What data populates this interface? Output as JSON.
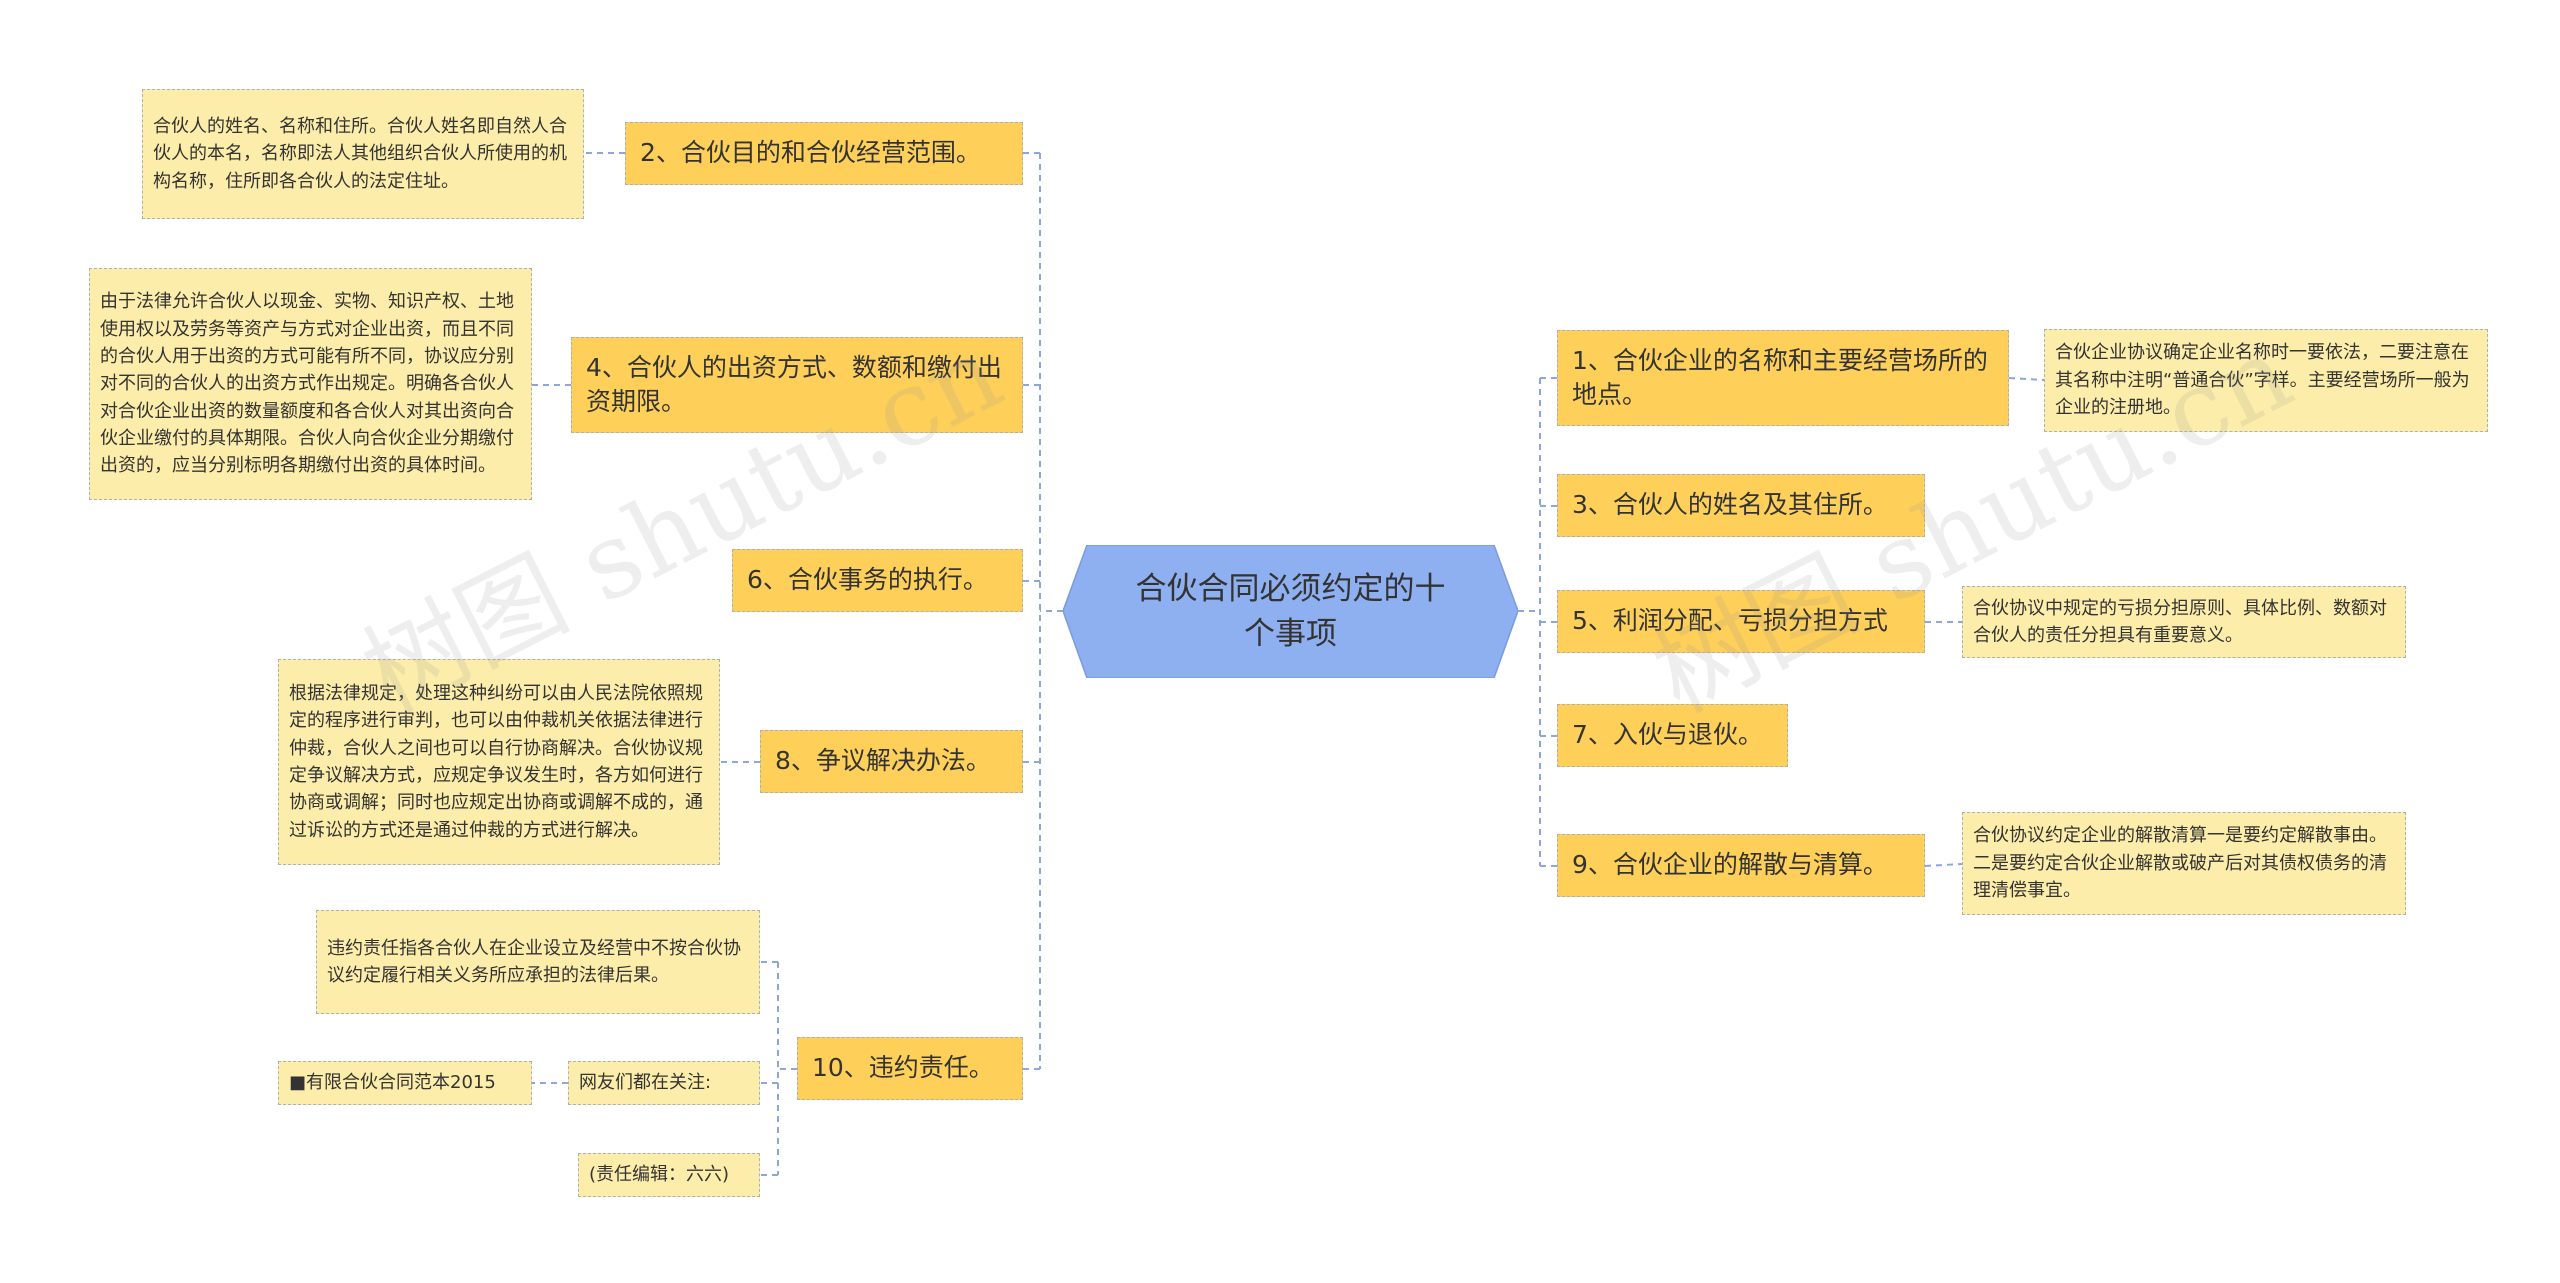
{
  "root": {
    "title": "合伙合同必须约定的十个事项"
  },
  "left": [
    {
      "label": "2、合伙目的和合伙经营范围。",
      "note": "合伙人的姓名、名称和住所。合伙人姓名即自然人合伙人的本名，名称即法人其他组织合伙人所使用的机构名称，住所即各合伙人的法定住址。"
    },
    {
      "label": "4、合伙人的出资方式、数额和缴付出资期限。",
      "note": "由于法律允许合伙人以现金、实物、知识产权、土地使用权以及劳务等资产与方式对企业出资，而且不同的合伙人用于出资的方式可能有所不同，协议应分别对不同的合伙人的出资方式作出规定。明确各合伙人对合伙企业出资的数量额度和各合伙人对其出资向合伙企业缴付的具体期限。合伙人向合伙企业分期缴付出资的，应当分别标明各期缴付出资的具体时间。"
    },
    {
      "label": "6、合伙事务的执行。"
    },
    {
      "label": "8、争议解决办法。",
      "note": "根据法律规定，处理这种纠纷可以由人民法院依照规定的程序进行审判，也可以由仲裁机关依据法律进行仲裁，合伙人之间也可以自行协商解决。合伙协议规定争议解决方式，应规定争议发生时，各方如何进行协商或调解；同时也应规定出协商或调解不成的，通过诉讼的方式还是通过仲裁的方式进行解决。"
    },
    {
      "label": "10、违约责任。",
      "note": "违约责任指各合伙人在企业设立及经营中不按合伙协议约定履行相关义务所应承担的法律后果。",
      "follow": "网友们都在关注:",
      "follow_item": "■有限合伙合同范本2015",
      "editor": "(责任编辑：六六)"
    }
  ],
  "right": [
    {
      "label": "1、合伙企业的名称和主要经营场所的地点。",
      "note": "合伙企业协议确定企业名称时一要依法，二要注意在其名称中注明“普通合伙”字样。主要经营场所一般为企业的注册地。"
    },
    {
      "label": "3、合伙人的姓名及其住所。"
    },
    {
      "label": "5、利润分配、亏损分担方式",
      "note": "合伙协议中规定的亏损分担原则、具体比例、数额对合伙人的责任分担具有重要意义。"
    },
    {
      "label": "7、入伙与退伙。"
    },
    {
      "label": "9、合伙企业的解散与清算。",
      "note": "合伙协议约定企业的解散清算一是要约定解散事由。二是要约定合伙企业解散或破产后对其债权债务的清理清偿事宜。"
    }
  ],
  "watermark": "树图 shutu.cn",
  "colors": {
    "root": "#8eaff0",
    "main": "#fed05a",
    "note": "#fdedaa",
    "line": "#8ea6dc"
  }
}
